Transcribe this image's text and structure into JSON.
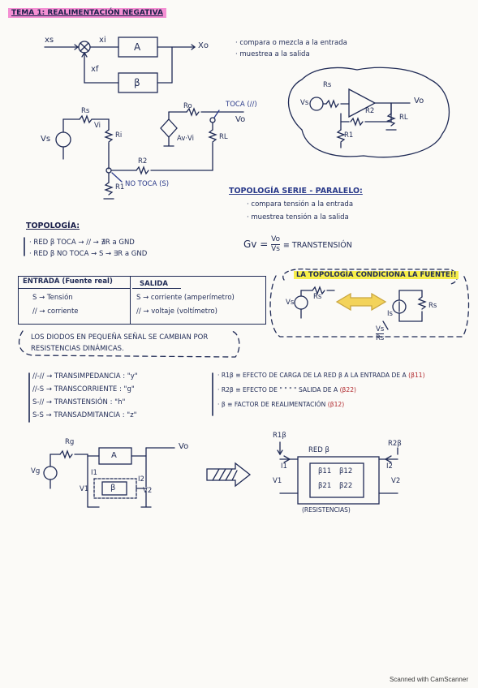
{
  "title": "TEMA 1: REALIMENTACIÓN NEGATIVA",
  "block": {
    "xs": "xs",
    "xi": "xi",
    "xf": "xf",
    "xo": "Xo",
    "a": "A",
    "beta": "β",
    "notes": [
      "· compara o mezcla a la entrada",
      "· muestrea a la salida"
    ]
  },
  "amp": {
    "rs": "Rs",
    "vs": "Vs",
    "vi": "Vi",
    "ri": "Ri",
    "ro": "Ro",
    "avvi": "Av·Vi",
    "rl": "RL",
    "vo": "Vo",
    "r2": "R2",
    "r1": "R1",
    "toca": "TOCA (//)",
    "notoca": "NO TOCA (S)"
  },
  "opamp": {
    "rs": "Rs",
    "vs": "Vs",
    "r2": "R2",
    "r1": "R1",
    "rl": "RL",
    "vo": "Vo"
  },
  "serie": {
    "heading": "TOPOLOGÍA SERIE - PARALELO:",
    "l1": "· compara tensión a la entrada",
    "l2": "· muestrea tensión a la salida",
    "gv": "Gv = ",
    "gv_num": "Vo",
    "gv_den": "Vs",
    "gv_tail": "≡ TRANSTENSIÓN"
  },
  "topologia": {
    "heading": "TOPOLOGÍA:",
    "l1": "· RED β TOCA → // → ∄R a GND",
    "l2": "· RED β NO TOCA → S → ∃R a GND"
  },
  "table": {
    "h1": "ENTRADA (Fuente real)",
    "h2": "SALIDA",
    "r1": "S → Tensión",
    "r2": "// → corriente",
    "r3": "S → corriente (amperímetro)",
    "r4": "// → voltaje (voltímetro)"
  },
  "fuente": {
    "note": "LA TOPOLOGÍA CONDICIONA LA FUENTE!!",
    "vs": "Vs",
    "rs": "Rs",
    "is": "Is",
    "rs2": "Rs",
    "frac_num": "Vs",
    "frac_den": "Rs"
  },
  "diodos": {
    "l1": "LOS DIODOS EN PEQUEÑA SEÑAL SE CAMBIAN POR",
    "l2": "RESISTENCIAS DINÁMICAS."
  },
  "types": {
    "l1": "//-// → TRANSIMPEDANCIA : \"y\"",
    "l2": "//-S → TRANSCORRIENTE : \"g\"",
    "l3": "S-// → TRANSTENSIÓN : \"h\"",
    "l4": "S-S → TRANSADMITANCIA : \"z\""
  },
  "effects": {
    "l1": "· R1β ≡ EFECTO DE CARGA DE LA RED β A LA ENTRADA DE A",
    "l1r": "(β11)",
    "l2": "· R2β ≡ EFECTO DE \"  \"  \"  \" SALIDA DE A",
    "l2r": "(β22)",
    "l3": "· β ≡ FACTOR DE REALIMENTACIÓN",
    "l3r": "(β12)"
  },
  "bottom": {
    "rg": "Rg",
    "vg": "Vg",
    "a": "A",
    "beta": "β",
    "i1": "I1",
    "i2": "I2",
    "v1": "V1",
    "v2": "V2",
    "vo": "Vo",
    "r1b": "R1β",
    "r2b": "R2β",
    "redb": "RED β",
    "m11": "β11",
    "m12": "β12",
    "m21": "β21",
    "m22": "β22",
    "resist": "(RESISTENCIAS)"
  },
  "footer": "Scanned with CamScanner",
  "colors": {
    "pink": "#f48fd3",
    "yellow": "#f7ee4a",
    "ink": "#1f2a55",
    "red": "#b0282d"
  }
}
